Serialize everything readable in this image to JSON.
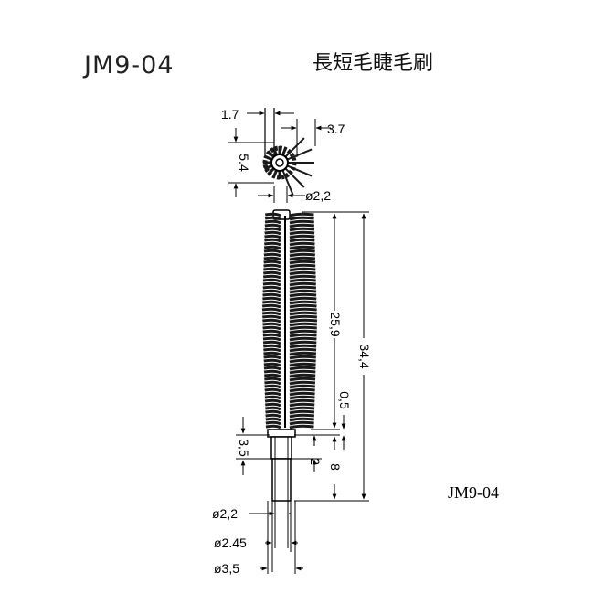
{
  "header": {
    "model": "JM9-04",
    "product_name": "長短毛睫毛刷"
  },
  "caption": "JM9-04",
  "dimensions": {
    "head_offset": "1.7",
    "bristle_length": "3.7",
    "head_height": "5.4",
    "core_diameter": "ø2,2",
    "brush_length": "25,9",
    "total_length": "34,4",
    "gap": "0,5",
    "shaft_length": "8",
    "neck_length": "3,5",
    "step_length": "2",
    "shaft_inner_diameter": "ø2,2",
    "shaft_mid_diameter": "ø2.45",
    "shaft_outer_diameter": "ø3,5"
  },
  "colors": {
    "ink": "#000000",
    "bristle": "#1a1a1a"
  }
}
